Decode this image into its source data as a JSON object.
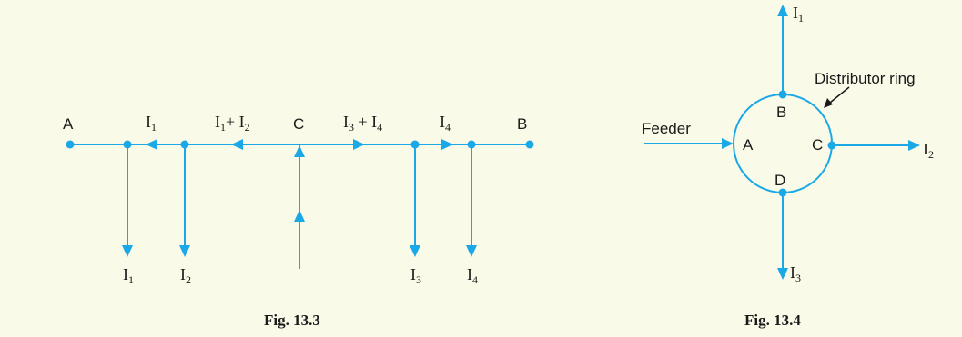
{
  "fig1": {
    "caption": "Fig. 13.3",
    "nodes": {
      "A": "A",
      "B": "B",
      "C": "C"
    },
    "top_labels": [
      {
        "main": "I",
        "sub": "1",
        "rest": ""
      },
      {
        "main": "I",
        "sub": "1",
        "rest": "+ I",
        "sub2": "2"
      },
      {
        "main": "I",
        "sub": "3",
        "rest": " + I",
        "sub2": "4"
      },
      {
        "main": "I",
        "sub": "4",
        "rest": ""
      }
    ],
    "bottom_labels": [
      {
        "main": "I",
        "sub": "1"
      },
      {
        "main": "I",
        "sub": "2"
      },
      {
        "main": "I",
        "sub": "3"
      },
      {
        "main": "I",
        "sub": "4"
      }
    ]
  },
  "fig2": {
    "caption": "Fig. 13.4",
    "nodes": {
      "A": "A",
      "B": "B",
      "C": "C",
      "D": "D"
    },
    "feeder_label": "Feeder",
    "ring_label": "Distributor ring",
    "outputs": [
      {
        "main": "I",
        "sub": "1"
      },
      {
        "main": "I",
        "sub": "2"
      },
      {
        "main": "I",
        "sub": "3"
      }
    ]
  },
  "colors": {
    "line": "#1aa8e6",
    "background": "#fafae8",
    "text": "#1a1a1a"
  }
}
